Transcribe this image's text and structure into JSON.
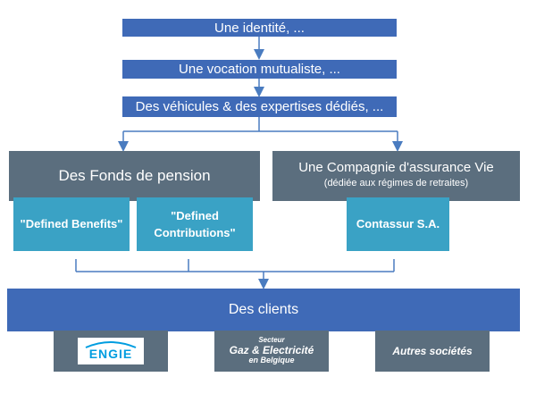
{
  "steps": {
    "identite": "Une identité, ...",
    "vocation": "Une vocation mutualiste, ...",
    "vehicules": "Des véhicules & des expertises dédiés, ..."
  },
  "fonds": {
    "title": "Des Fonds de pension",
    "defined_benefits": "\"Defined Benefits\"",
    "defined_contributions_line1": "\"Defined",
    "defined_contributions_line2": "Contributions\""
  },
  "compagnie": {
    "title": "Une Compagnie d'assurance Vie",
    "subtitle": "(dédiée aux régimes de retraites)",
    "contassur": "Contassur S.A."
  },
  "clients": {
    "title": "Des clients",
    "engie_logo": "ENGIE",
    "secteur_label": "Secteur",
    "secteur_main": "Gaz & Electricité",
    "secteur_sub": "en Belgique",
    "autres": "Autres sociétés"
  },
  "colors": {
    "blue": "#3f6ab7",
    "gray": "#5b6e7e",
    "teal": "#3aa2c5",
    "arrow": "#4a7cc0"
  }
}
